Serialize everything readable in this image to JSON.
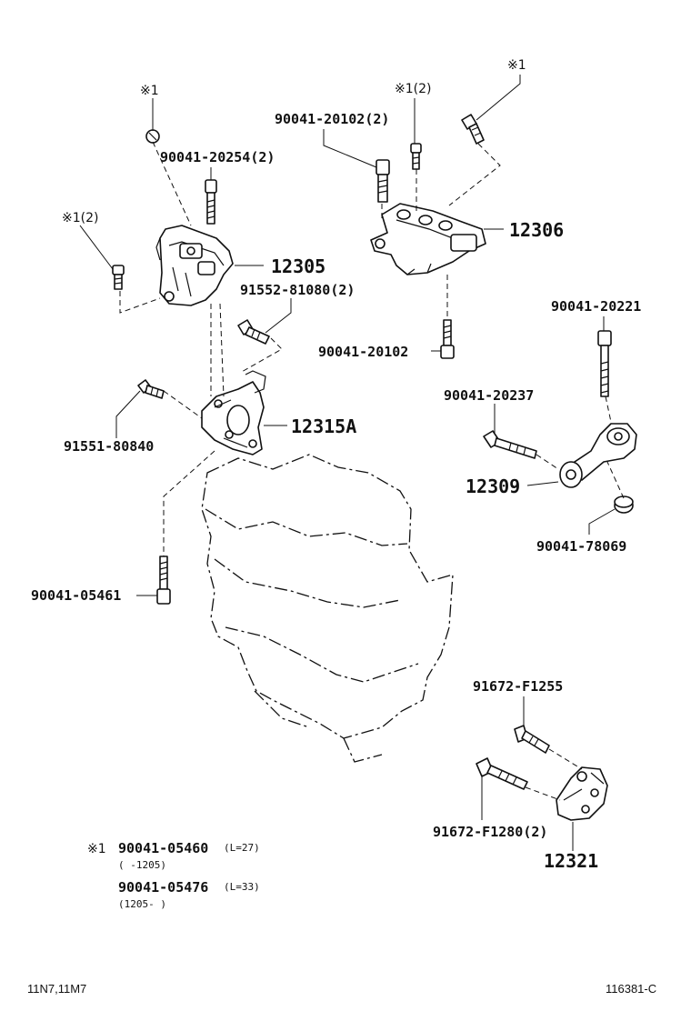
{
  "labels": {
    "p12305": "12305",
    "p12306": "12306",
    "p12315A": "12315A",
    "p12309": "12309",
    "p12321": "12321",
    "b90041_20254": "90041-20254(2)",
    "b90041_20102_2": "90041-20102(2)",
    "b90041_20102": "90041-20102",
    "b91552_81080": "91552-81080(2)",
    "b91551_80840": "91551-80840",
    "b90041_20221": "90041-20221",
    "b90041_20237": "90041-20237",
    "b90041_78069": "90041-78069",
    "b90041_05461": "90041-05461",
    "b91672_F1255": "91672-F1255",
    "b91672_F1280": "91672-F1280(2)"
  },
  "marks": {
    "m1_top_left": "※1",
    "m1_2_left": "※1(2)",
    "m1_2_center": "※1(2)",
    "m1_top_right": "※1"
  },
  "notes": {
    "mark": "※1",
    "part_a": "90041-05460",
    "part_a_len": "(L=27)",
    "part_a_range": "(     -1205)",
    "part_b": "90041-05476",
    "part_b_len": "(L=33)",
    "part_b_range": "(1205-      )"
  },
  "footer": {
    "model_codes": "11N7,11M7",
    "diagram_id": "116381-C"
  }
}
